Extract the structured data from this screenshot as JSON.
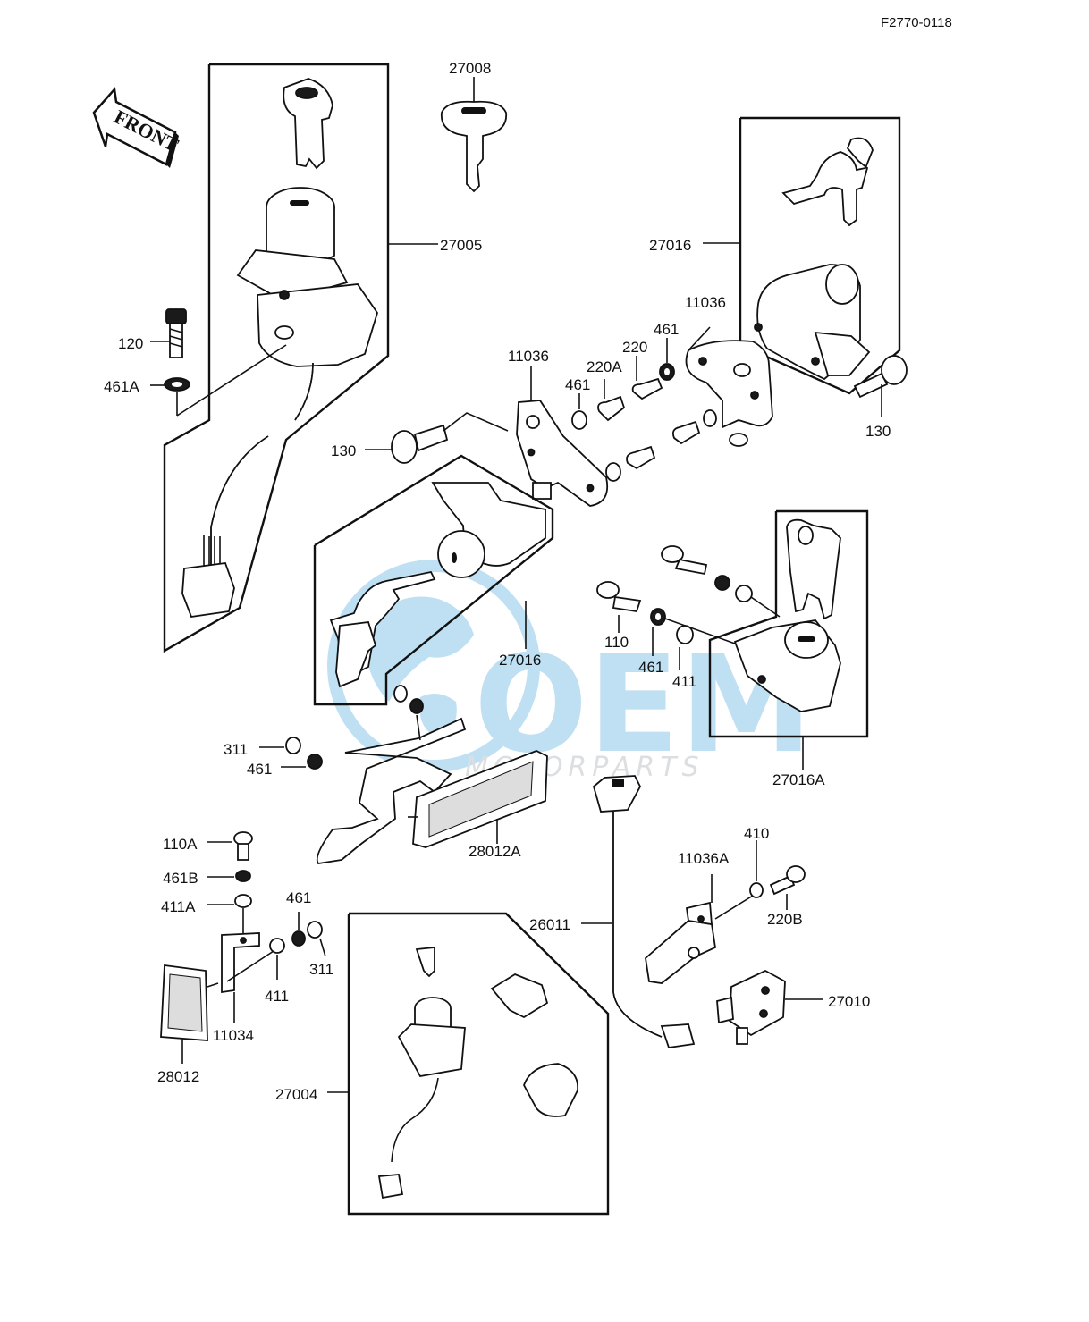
{
  "ref_code": "F2770-0118",
  "front_label": "FRONT",
  "watermark": {
    "brand": "OEM",
    "sub": "MOTORPARTS",
    "color": "#4aa8dc"
  },
  "labels": {
    "p27008": "27008",
    "p27005": "27005",
    "p27016_right": "27016",
    "p11036_right": "11036",
    "p461_r": "461",
    "p220": "220",
    "p220A": "220A",
    "p11036_mid": "11036",
    "p461_mid": "461",
    "p130_left": "130",
    "p130_right": "130",
    "p120": "120",
    "p461A": "461A",
    "p110": "110",
    "p461_c": "461",
    "p411": "411",
    "p27016_left": "27016",
    "p27016A": "27016A",
    "p311_a": "311",
    "p461_d": "461",
    "p28012A": "28012A",
    "p110A": "110A",
    "p461B": "461B",
    "p411A": "411A",
    "p461_e": "461",
    "p311_b": "311",
    "p411_b": "411",
    "p11034": "11034",
    "p28012": "28012",
    "p27004": "27004",
    "p26011": "26011",
    "p11036A": "11036A",
    "p410": "410",
    "p220B": "220B",
    "p27010": "27010"
  }
}
